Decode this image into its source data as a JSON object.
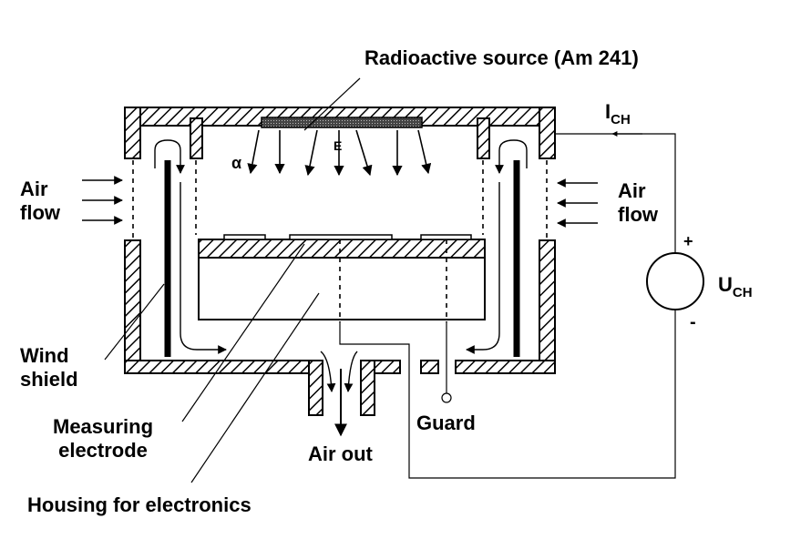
{
  "labels": {
    "source": "Radioactive source (Am 241)",
    "alpha": "α",
    "field": "E",
    "current_main": "I",
    "current_sub": "CH",
    "air_flow_left_1": "Air",
    "air_flow_left_2": "flow",
    "air_flow_right_1": "Air",
    "air_flow_right_2": "flow",
    "plus": "+",
    "minus": "-",
    "voltage_main": "U",
    "voltage_sub": "CH",
    "wind_shield_1": "Wind",
    "wind_shield_2": "shield",
    "measuring_1": "Measuring",
    "measuring_2": "electrode",
    "guard": "Guard",
    "air_out": "Air out",
    "housing": "Housing for electronics"
  }
}
